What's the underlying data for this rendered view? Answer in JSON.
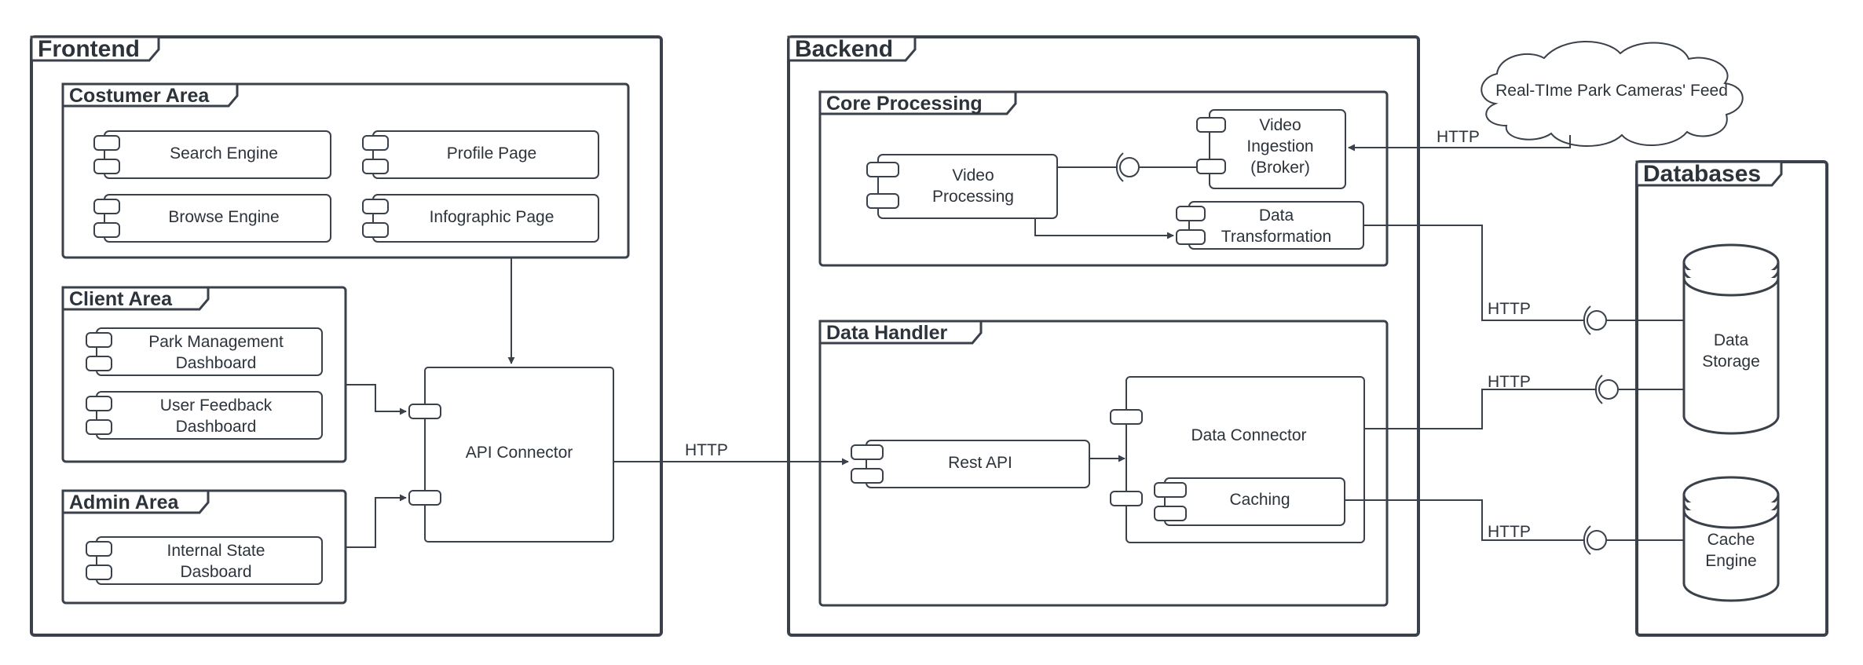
{
  "frames": {
    "frontend": "Frontend",
    "backend": "Backend",
    "databases": "Databases"
  },
  "areas": {
    "costumer": "Costumer Area",
    "client": "Client Area",
    "admin": "Admin Area",
    "core": "Core Processing",
    "handler": "Data Handler"
  },
  "components": {
    "search_engine": "Search Engine",
    "profile_page": "Profile Page",
    "browse_engine": "Browse Engine",
    "infographic_page": "Infographic Page",
    "park_mgmt": [
      "Park Management",
      "Dashboard"
    ],
    "user_feedback": [
      "User Feedback",
      "Dashboard"
    ],
    "internal_state": [
      "Internal State",
      "Dasboard"
    ],
    "api_connector": "API Connector",
    "video_processing": [
      "Video",
      "Processing"
    ],
    "video_ingestion": [
      "Video",
      "Ingestion",
      "(Broker)"
    ],
    "data_transformation": [
      "Data",
      "Transformation"
    ],
    "rest_api": "Rest API",
    "data_connector": "Data Connector",
    "caching": "Caching"
  },
  "databases": {
    "data_storage": [
      "Data",
      "Storage"
    ],
    "cache_engine": [
      "Cache",
      "Engine"
    ]
  },
  "external": {
    "cameras_feed": "Real-TIme Park Cameras' Feed"
  },
  "edges": {
    "api_to_rest": "HTTP",
    "feed_to_ingestion": "HTTP",
    "transform_to_storage": "HTTP",
    "connector_to_storage": "HTTP",
    "caching_to_cache": "HTTP"
  }
}
